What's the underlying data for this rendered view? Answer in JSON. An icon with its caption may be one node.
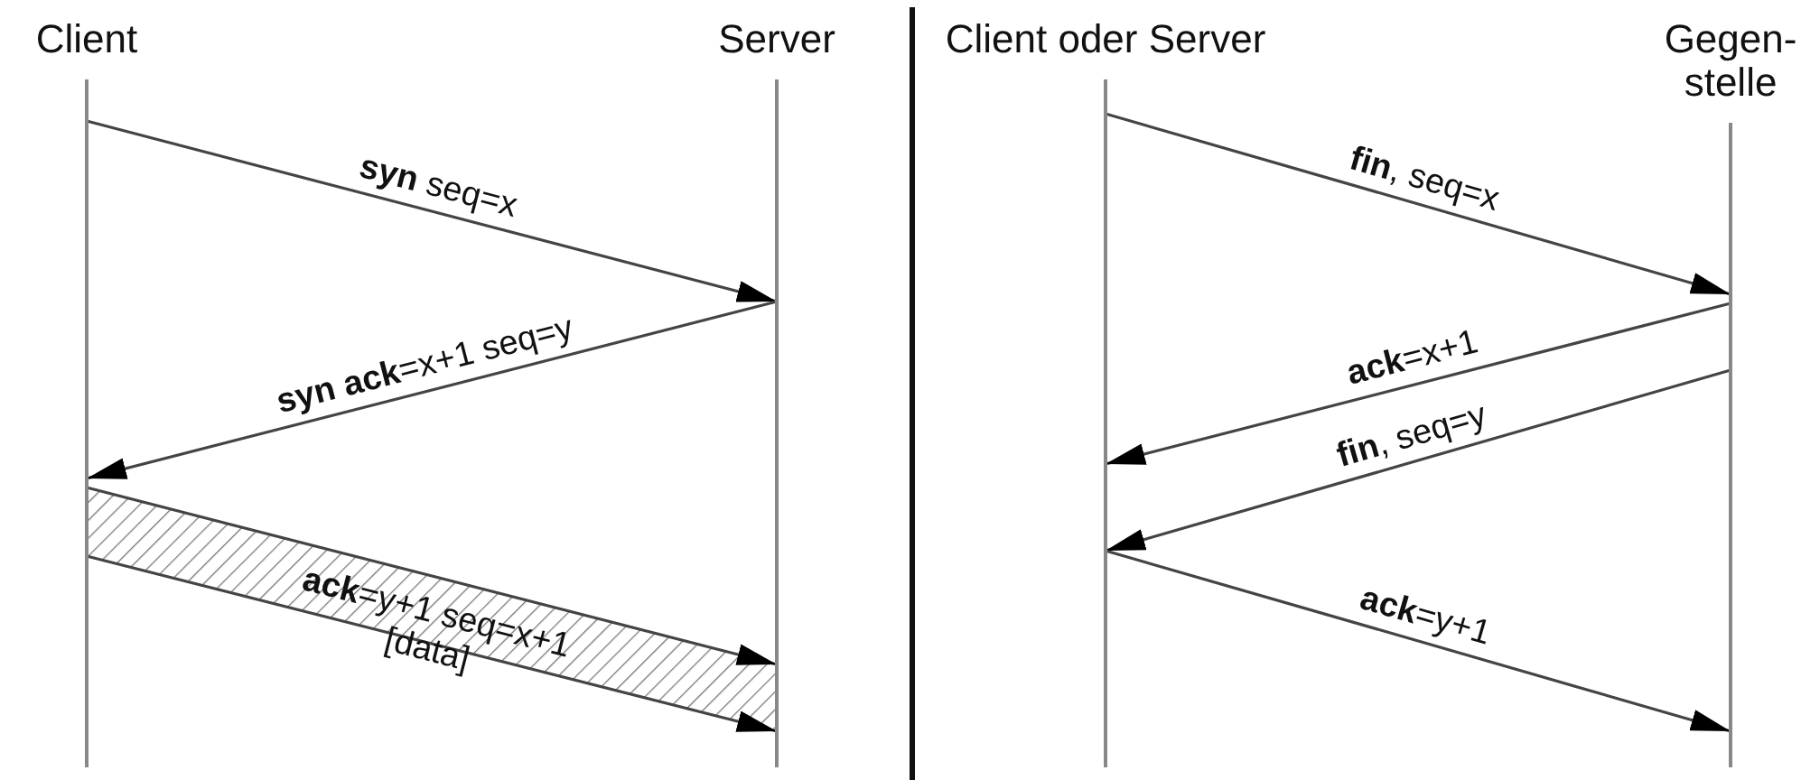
{
  "diagram": {
    "nodes": [
      {
        "text": [
          "Client"
        ]
      },
      {
        "text": [
          "Server"
        ]
      },
      {
        "text": [
          "Client oder Server"
        ]
      },
      {
        "text": [
          "Gegen- stelle"
        ]
      }
    ],
    "edges": [
      {
        "from": 0,
        "to": 1,
        "arrow": "to",
        "label": "**syn** seq=x"
      },
      {
        "from": 1,
        "to": 0,
        "arrow": "to",
        "label": "**syn ack**=x+1 seq=y"
      },
      {
        "from": 0,
        "to": 1,
        "arrow": "to",
        "label": "**ack**=y+1 seq=x+1 [data]"
      },
      {
        "from": 0,
        "to": 1,
        "arrow": "to"
      },
      {
        "from": 2,
        "to": 3,
        "arrow": "to",
        "label": "**fin**, seq=x"
      },
      {
        "from": 3,
        "to": 2,
        "arrow": "to",
        "label": "**ack**=x+1"
      },
      {
        "from": 3,
        "to": 2,
        "arrow": "to",
        "label": "**fin**, seq=y"
      },
      {
        "from": 2,
        "to": 3,
        "arrow": "to",
        "label": "**ack**=y+1"
      }
    ]
  }
}
